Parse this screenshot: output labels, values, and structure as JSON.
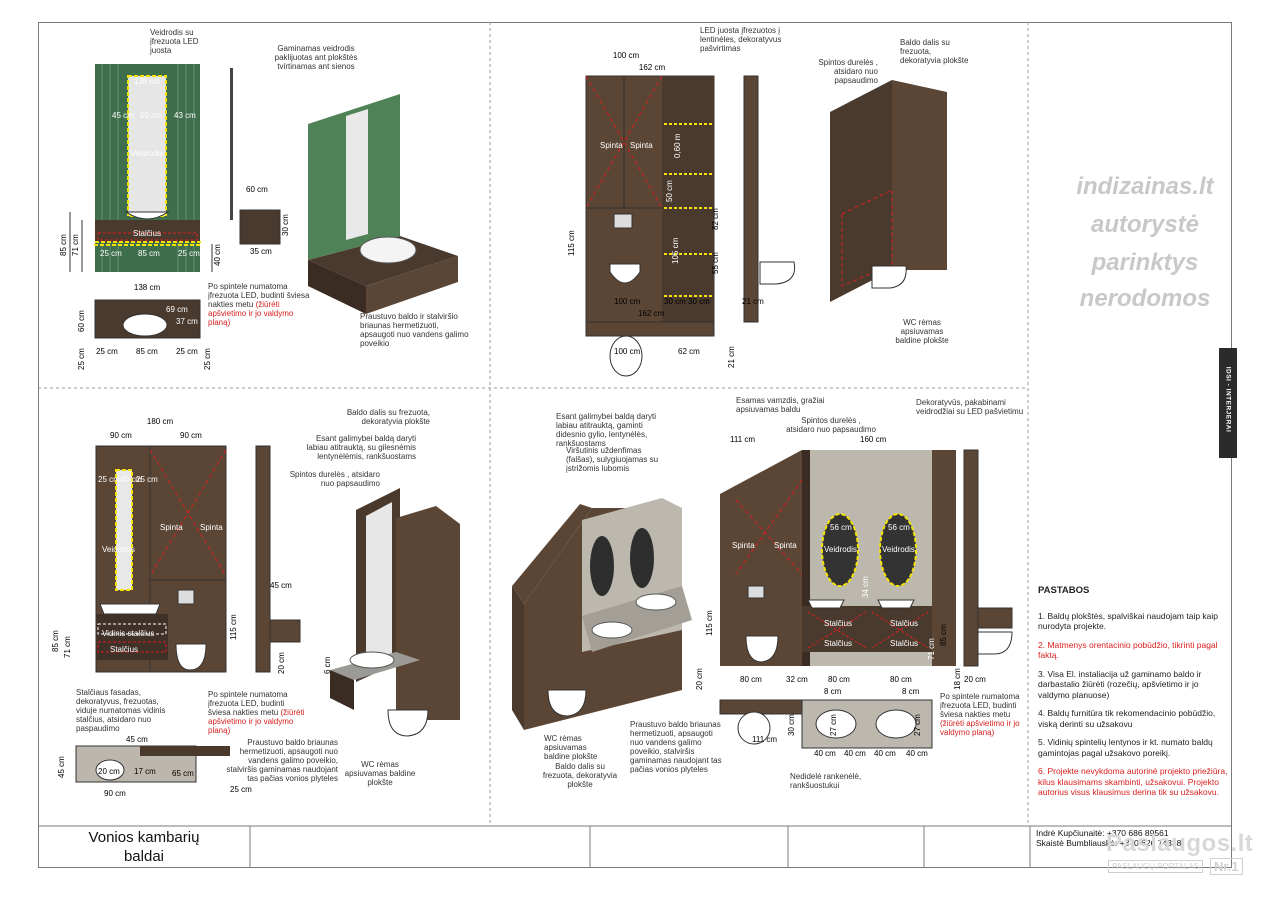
{
  "sheet": {
    "title_line1": "Vonios kambarių",
    "title_line2": "baldai",
    "watermark": [
      "indizainas.lt",
      "autorystė",
      "parinktys",
      "nerodomos"
    ],
    "side_tab": "IDSI - INTERJERAI",
    "contact_1": "Indrė Kupčiunaitė: +370 686 89561",
    "contact_2": "Skaistė Bumbliauskė: +370 626 74338",
    "logo_text": "Paslaugos.lt",
    "logo_sub": "PASLAUGŲ PORTALAS",
    "logo_nr": "Nr.1"
  },
  "notes": {
    "title": "PASTABOS",
    "items": [
      {
        "text": "1. Baldų plokštės, spalviškai naudojam taip kaip nurodyta projekte.",
        "red": false
      },
      {
        "text": "2. Matmenys orentacinio pobūdžio, tikrinti pagal faktą.",
        "red": true
      },
      {
        "text": "3. Visa El. instaliacija už gaminamo baldo ir darbastalio žiūrėti (rozečių, apšvietimo ir jo valdymo planuose)",
        "red": false
      },
      {
        "text": "4. Baldų furnitūra tik rekomendacinio pobūdžio, viską derinti su užsakovu",
        "red": false
      },
      {
        "text": "5. Vidinių spintelių lentynos ir kt. numato baldų gamintojas pagal užsakovo poreikį.",
        "red": false
      },
      {
        "text": "6. Projekte nevykdoma autorinė projekto priežiūra, kilus klausimams skambinti, užsakovui. Projekto autorius visus klausimus derina tik su užsakovu.",
        "red": true
      }
    ]
  },
  "p1": {
    "n_mirror": "Veidrodis su įfrezuota LED juosta",
    "n_mirror_glued": "Gaminamas veidrodis paklijuotas ant plokštės tvirtinamas ant sienos",
    "n_cabinet_led": "Po spintele numatoma įfrezuota LED, budinti šviesa nakties metu",
    "n_cabinet_led_red": "(žiūrėti apšvietimo ir jo valdymo planą)",
    "n_sink": "Praustuvo baldo ir stalviršio briaunas hermetizuoti, apsaugoti nuo vandens galimo poveikio",
    "veidrodis": "Veidrodis",
    "stalcius": "Stalčius",
    "d138": "138 cm",
    "d45": "45 cm",
    "d50": "50 cm",
    "d43": "43 cm",
    "d85": "85 cm",
    "d71": "71 cm",
    "d25": "25 cm",
    "d40": "40 cm",
    "d60": "60 cm",
    "d30": "30 cm",
    "d35": "35 cm",
    "d69": "69 cm",
    "d37": "37 cm"
  },
  "p2": {
    "n_led": "LED juosta įfrezuotos į lentinėles, dekoratyvus pašvirtimas",
    "n_part": "Baldo dalis su frezuota, dekoratyvia plokšte",
    "n_doors": "Spintos durelės , atsidaro nuo papsaudimo",
    "n_wc": "WC rėmas apsiuvamas baldine plokšte",
    "spinta": "Spinta",
    "d100": "100 cm",
    "d162": "162 cm",
    "d115": "115 cm",
    "d30": "30 cm",
    "d21": "21 cm",
    "d62": "62 cm",
    "d82": "82 cm",
    "d55": "55 cm",
    "d105": "105 cm",
    "d60": "0,60 m",
    "d50": "50 cm"
  },
  "p3": {
    "n_part": "Baldo dalis su frezuota, dekoratyvia plokšte",
    "n_deep": "Esant galimybei baldą daryti labiau atitrauktą, su gilesnėmis lentynėlėmis, rankšuostams",
    "n_doors": "Spintos durelės , atsidaro nuo papsaudimo",
    "n_drawer": "Stalčiaus fasadas, dekoratyvus, frezuotas, viduje numatomas vidinis stalčius, atsidaro nuo paspaudimo",
    "n_led": "Po spintele numatoma įfrezuota LED, budinti šviesa nakties metu",
    "n_led_red": "(žiūrėti apšvietimo ir jo valdymo planą)",
    "n_sink": "Praustuvo baldo briaunas hermetizuoti, apsaugoti nuo vandens galimo poveikio, stalviršis gaminamas naudojant tas pačias vonios plyteles",
    "n_wc": "WC rėmas apsiuvamas baldine plokšte",
    "veidrodis": "Veidrodis",
    "spinta": "Spinta",
    "vidinis": "Vidinis stalčius",
    "stalcius": "Stalčius",
    "d180": "180 cm",
    "d90": "90 cm",
    "d25": "25 cm",
    "d40": "40 cm",
    "d85": "85 cm",
    "d71": "71 cm",
    "d115": "115 cm",
    "d45": "45 cm",
    "d20": "20 cm",
    "d6": "6 cm",
    "d65": "65 cm",
    "d17": "17 cm"
  },
  "p4": {
    "n_deep": "Esant galimybei baldą daryti labiau atitrauktą, gaminti didesnio gylio, lentynėlės, rankšuostams",
    "n_ceiling": "Viršutinis uždenfimas (falšas), sulygiuojamas su įstrižomis lubomis",
    "n_pipe": "Esamas vamzdis, gražiai apsiuvamas baldu",
    "n_doors": "Spintos durelės , atsidaro nuo papsaudimo",
    "n_mirror": "Dekoratyvūs, pakabinami veidrodžiai su LED pašvietimu",
    "n_wc": "WC rėmas apsiuvamas baldine plokšte",
    "n_part": "Baldo dalis su frezuota, dekoratyvia plokšte",
    "n_sink": "Praustuvo baldo briaunas hermetizuoti, apsaugoti nuo vandens galimo poveikio, stalviršis gaminamas naudojant tas pačias vonios plyteles",
    "n_led": "Po spintele numatoma įfrezuota LED, budinti šviesa nakties metu",
    "n_led_red": "(žiūrėti apšvietimo ir jo valdymo planą)",
    "n_handle": "Nedidelė rankenėlė, rankšuostukui",
    "veidrodis": "Veidrodis",
    "spinta": "Spinta",
    "stalcius": "Stalčius",
    "d111": "111 cm",
    "d160": "160 cm",
    "d56": "56 cm",
    "d115": "115 cm",
    "d85": "85 cm",
    "d71": "71 cm",
    "d20": "20 cm",
    "d18": "18 cm",
    "d80": "80 cm",
    "d32": "32 cm",
    "d8": "8 cm",
    "d30": "30 cm",
    "d40": "40 cm",
    "d27": "27 cm",
    "d34": "34 cm"
  }
}
